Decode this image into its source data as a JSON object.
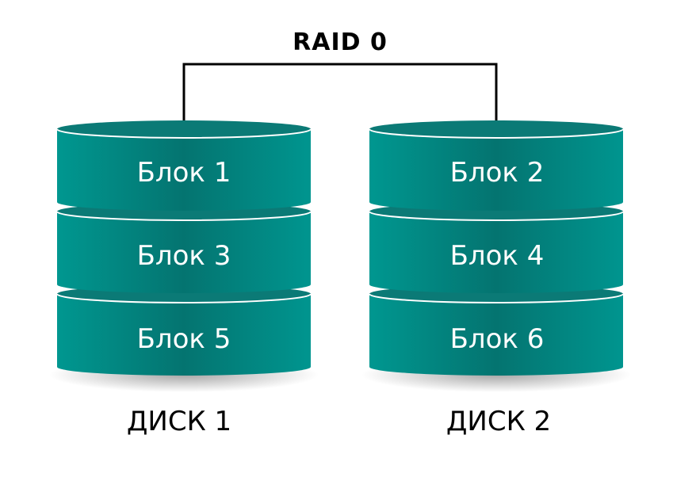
{
  "title": "RAID 0",
  "colors": {
    "teal": "#00928c",
    "teal_dark": "#05615e",
    "teal_top": "#0b7a76",
    "line": "#000000"
  },
  "disks": [
    {
      "label": "ДИСК 1",
      "blocks": [
        "Блок 1",
        "Блок 3",
        "Блок 5"
      ]
    },
    {
      "label": "ДИСК 2",
      "blocks": [
        "Блок 2",
        "Блок 4",
        "Блок 6"
      ]
    }
  ]
}
